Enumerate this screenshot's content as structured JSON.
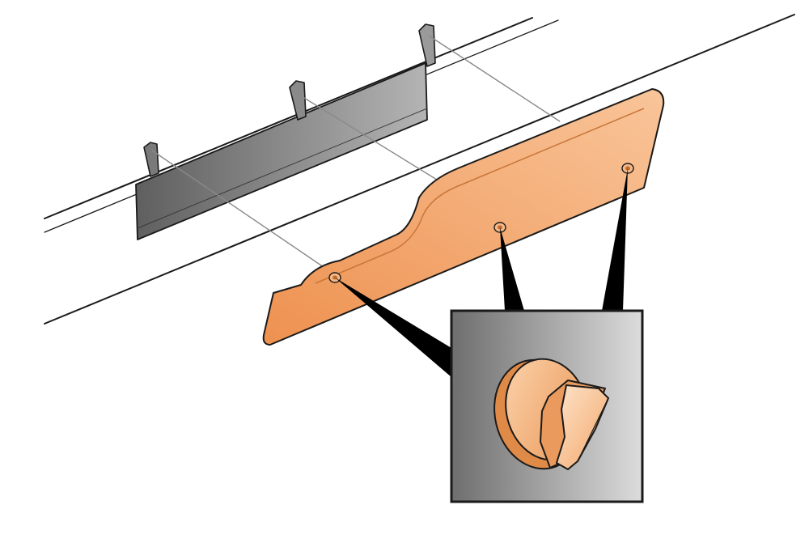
{
  "illustration": {
    "subject": "",
    "colors": {
      "background": "#ffffff",
      "line": "#1a1a1a",
      "guide_line": "#8a8a8a",
      "bracket_dark": "#5f5f5f",
      "bracket_light": "#b4b4b4",
      "panel_light": "#f9c59a",
      "panel_dark": "#ee9150",
      "inset_dark": "#6e6e6e",
      "inset_light": "#dcdcdc",
      "knob_light": "#fcd4ad",
      "knob_dark": "#e8914f"
    },
    "parts": [
      {
        "name": "mounting-bracket",
        "mounting_tabs": 3
      },
      {
        "name": "guard-panel",
        "fastener_holes": 3
      },
      {
        "name": "detail-inset",
        "shows": "fastener-close-up"
      }
    ],
    "callouts": 3,
    "alignment_guides": 3
  }
}
